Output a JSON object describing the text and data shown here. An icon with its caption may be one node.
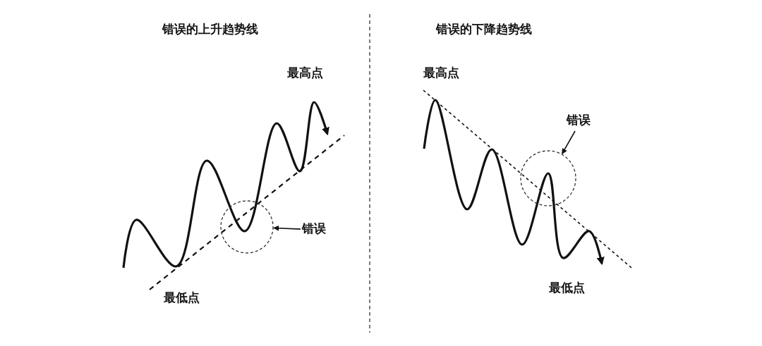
{
  "diagram": {
    "nodes": [
      {
        "text": [],
        "shape": "circle"
      },
      {
        "text": [
          "错误"
        ]
      },
      {
        "text": [
          "错误"
        ]
      },
      {
        "text": [],
        "shape": "circle"
      }
    ],
    "edges": [
      {
        "from": 1,
        "to": 0,
        "arrow": "to"
      },
      {
        "from": 2,
        "to": 3,
        "arrow": "to"
      }
    ],
    "labels": [
      "错误的上升趋势线",
      "错误的下降趋势线",
      "最高点",
      "最高点",
      "最低点",
      "最低点"
    ]
  }
}
